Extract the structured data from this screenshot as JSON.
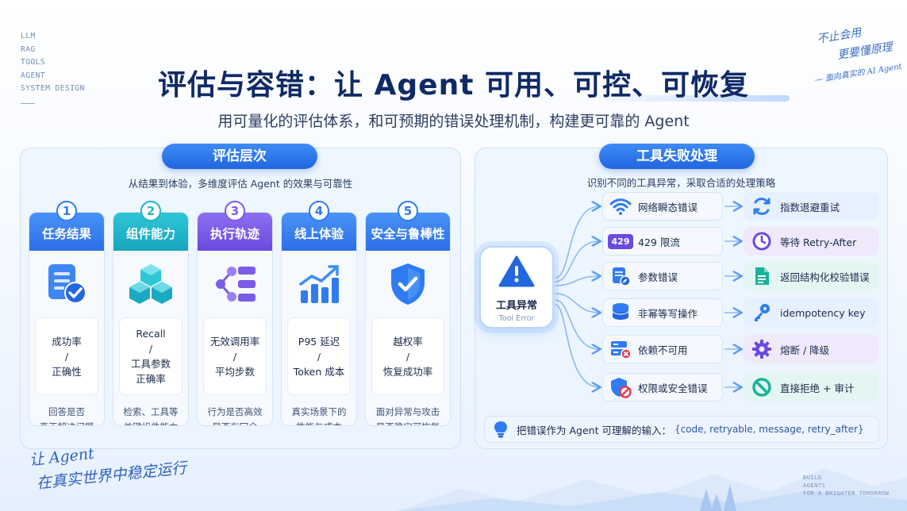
{
  "side_tags": [
    "LLM",
    "RAG",
    "TOOLS",
    "AGENT",
    "SYSTEM DESIGN"
  ],
  "hand_top": {
    "line1": "不止会用",
    "line2": "更要懂原理",
    "line3": "— 面向真实的 AI Agent"
  },
  "title": "评估与容错：让 Agent 可用、可控、可恢复",
  "subtitle": "用可量化的评估体系，和可预期的错误处理机制，构建更可靠的 Agent",
  "eval": {
    "heading": "评估层次",
    "desc": "从结果到体验，多维度评估 Agent 的效果与可靠性",
    "cards": [
      {
        "num": "1",
        "title": "任务结果",
        "m1": "成功率",
        "m2": "/",
        "m3": "正确性",
        "m4": "",
        "f1": "回答是否",
        "f2": "真正解决问题",
        "color": "#2f7cf0",
        "icon": "checklist-icon"
      },
      {
        "num": "2",
        "title": "组件能力",
        "m1": "Recall",
        "m2": "/",
        "m3": "工具参数",
        "m4": "正确率",
        "f1": "检索、工具等",
        "f2": "关键组件能力",
        "color": "#1fb5c8",
        "icon": "cubes-icon"
      },
      {
        "num": "3",
        "title": "执行轨迹",
        "m1": "无效调用率",
        "m2": "/",
        "m3": "平均步数",
        "m4": "",
        "f1": "行为是否高效",
        "f2": "是否有冗余",
        "color": "#7b5be8",
        "icon": "trajectory-icon"
      },
      {
        "num": "4",
        "title": "线上体验",
        "m1": "P95 延迟",
        "m2": "/",
        "m3": "Token 成本",
        "m4": "",
        "f1": "真实场景下的",
        "f2": "性能与成本",
        "color": "#2f7cf0",
        "icon": "trend-chart-icon"
      },
      {
        "num": "5",
        "title": "安全与鲁棒性",
        "m1": "越权率",
        "m2": "/",
        "m3": "恢复成功率",
        "m4": "",
        "f1": "面对异常与攻击",
        "f2": "是否稳定可恢复",
        "color": "#2f7cf0",
        "icon": "shield-check-icon"
      }
    ]
  },
  "tool": {
    "heading": "工具失败处理",
    "desc": "识别不同的工具异常，采取合适的处理策略",
    "node_label": "工具异常",
    "node_sub": "Tool Error",
    "rows": [
      {
        "error": "网络瞬态错误",
        "action": "指数退避重试",
        "error_icon": "wifi-icon",
        "action_icon": "refresh-icon",
        "action_bg": "#e6f0ff"
      },
      {
        "error": "429 限流",
        "badge": "429",
        "action": "等待 Retry-After",
        "error_icon": "rate-limit-badge",
        "action_icon": "clock-icon",
        "action_bg": "#efe9fb"
      },
      {
        "error": "参数错误",
        "action": "返回结构化校验错误",
        "error_icon": "doc-edit-icon",
        "action_icon": "document-icon",
        "action_bg": "#e3f6f2"
      },
      {
        "error": "非幂等写操作",
        "action": "idempotency key",
        "error_icon": "database-icon",
        "action_icon": "key-icon",
        "action_bg": "#e6f0ff"
      },
      {
        "error": "依赖不可用",
        "action": "熔断 / 降级",
        "error_icon": "server-error-icon",
        "action_icon": "gear-icon",
        "action_bg": "#efe9fb"
      },
      {
        "error": "权限或安全错误",
        "action": "直接拒绝 + 审计",
        "error_icon": "shield-block-icon",
        "action_icon": "block-icon",
        "action_bg": "#e3f6f2"
      }
    ],
    "tip_text": "把错误作为 Agent 可理解的输入：",
    "tip_code": "{code, retryable, message, retry_after}"
  },
  "hand_bottom": {
    "line1": "让 Agent",
    "line2": "在真实世界中稳定运行"
  },
  "bottom_tags": [
    "BUILD",
    "AGENTS",
    "FOR A BRIGHTER TOMORROW"
  ]
}
